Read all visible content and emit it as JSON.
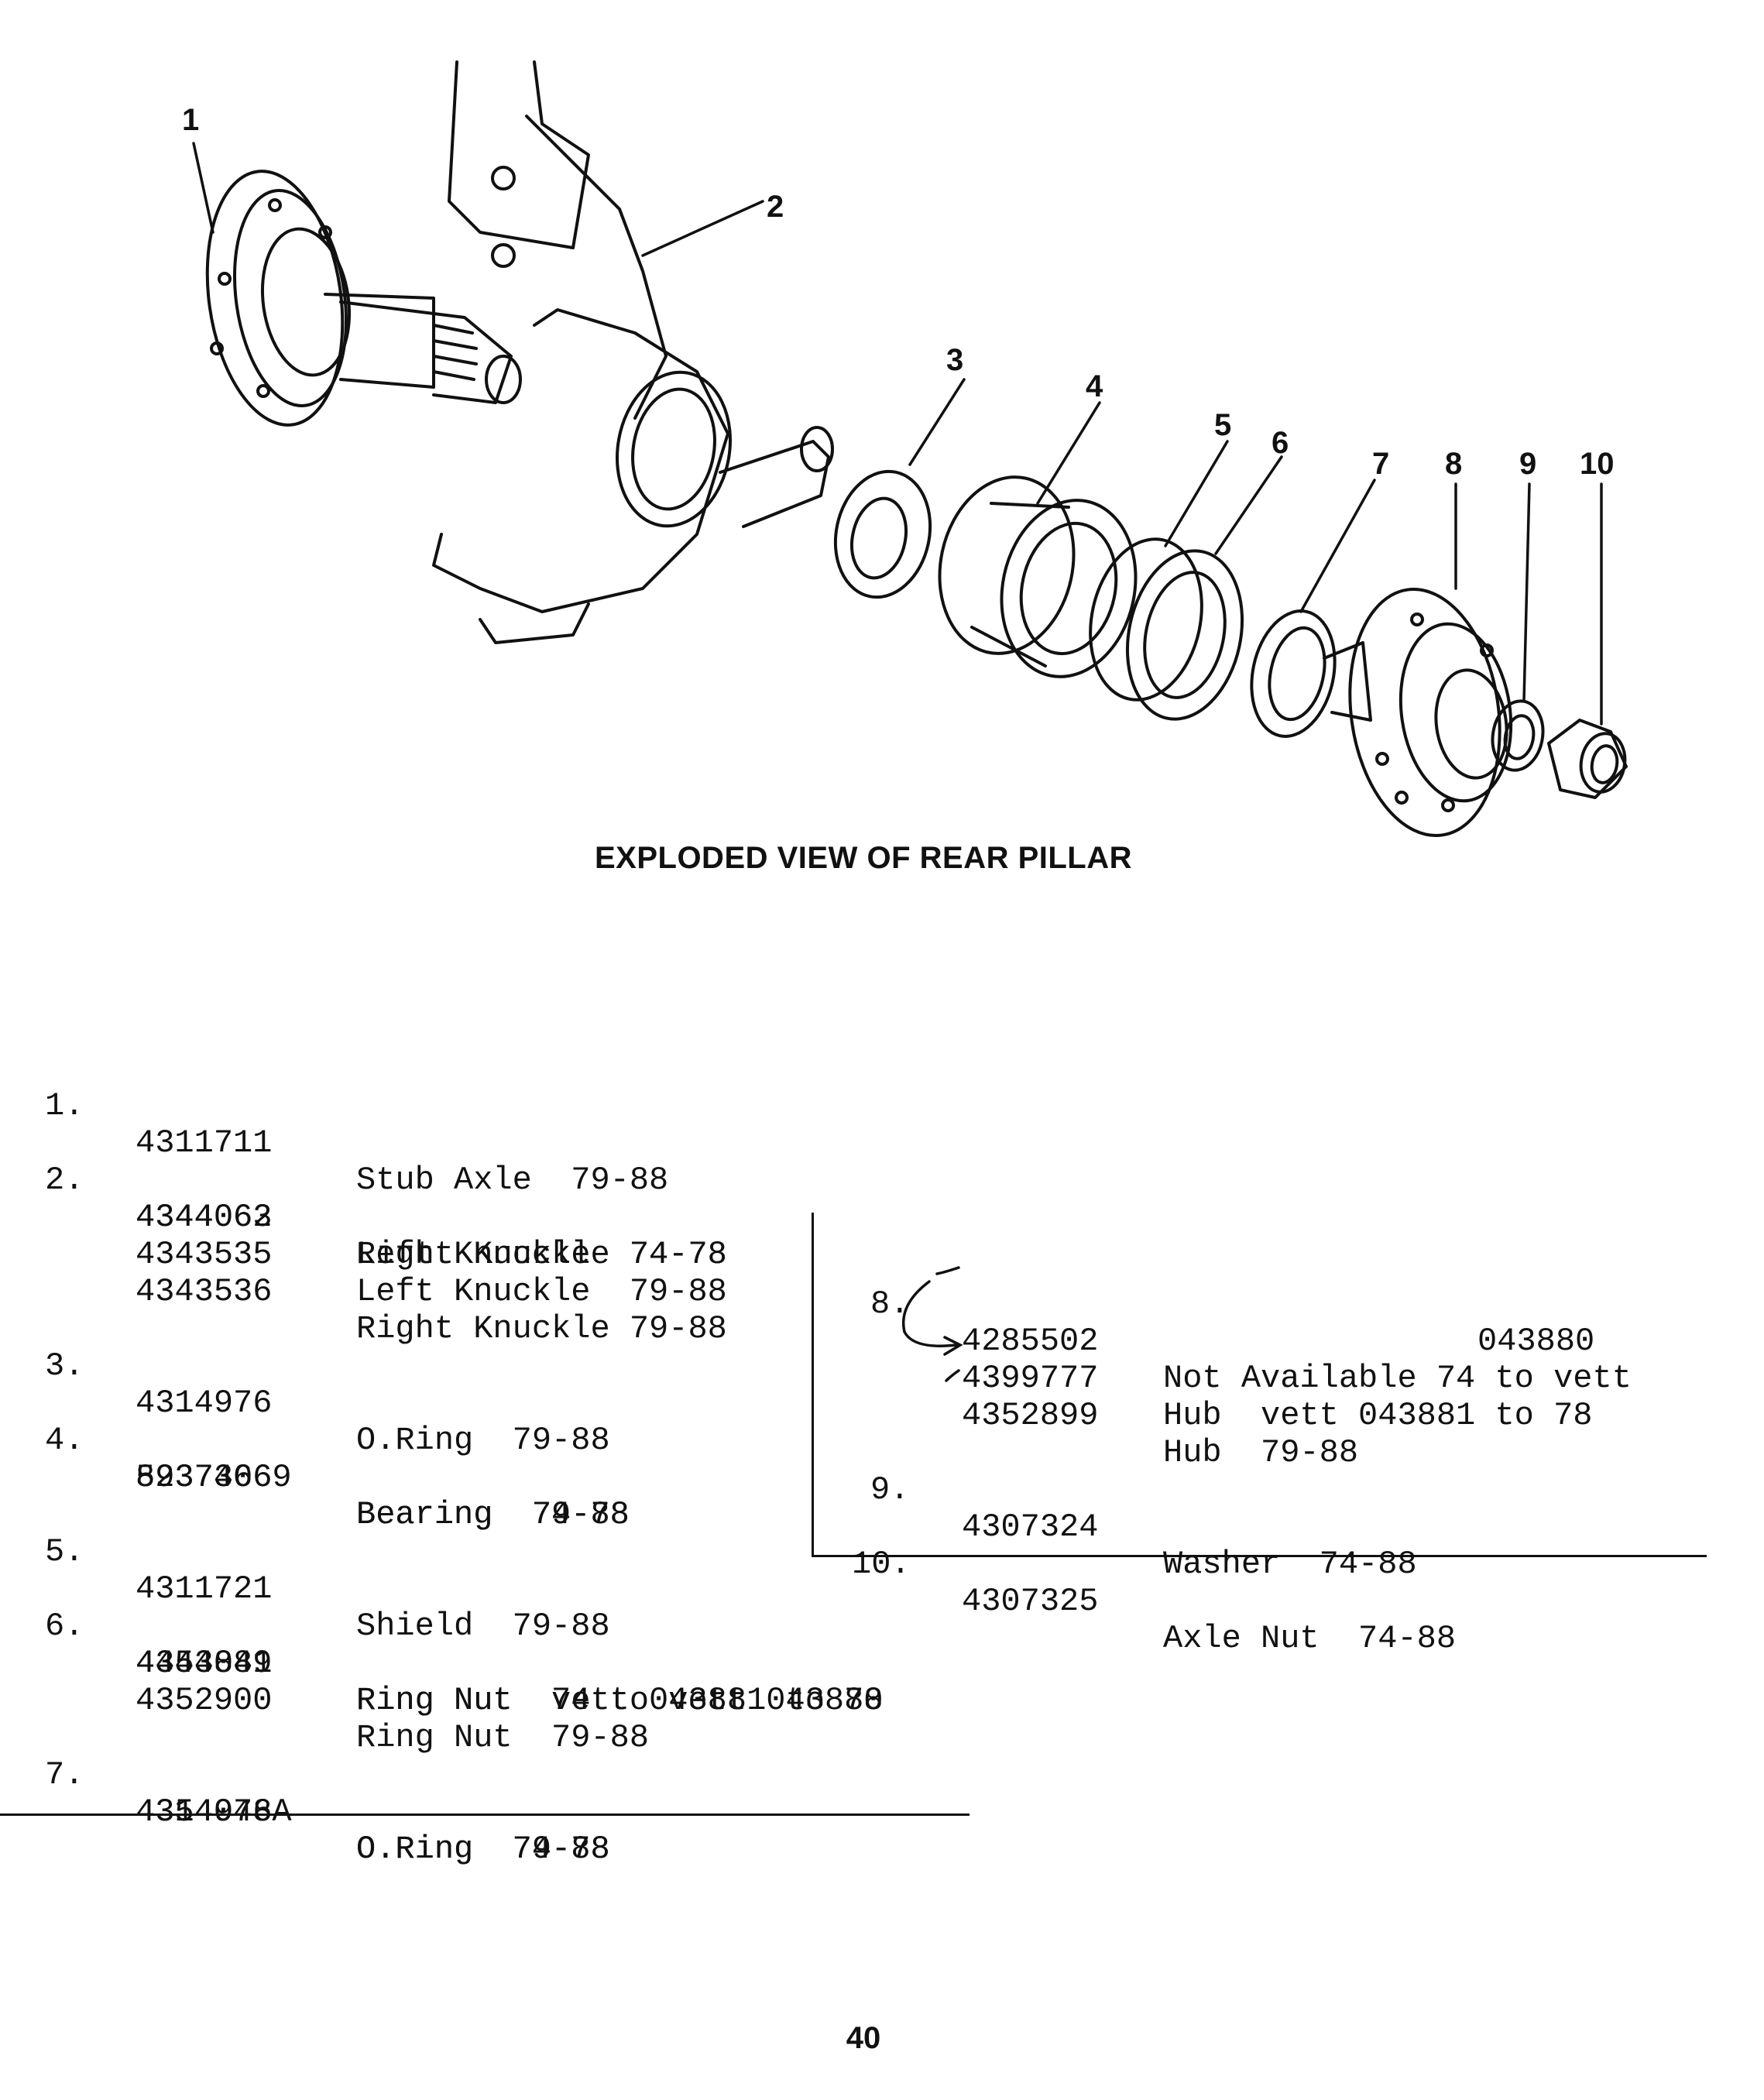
{
  "caption": "EXPLODED VIEW OF REAR PILLAR",
  "callouts": [
    "1",
    "2",
    "3",
    "4",
    "5",
    "6",
    "7",
    "8",
    "9",
    "10"
  ],
  "left_list": [
    {
      "num": "1.",
      "lines": [
        {
          "part": "4311711",
          "desc": "Stub Axle  79-88"
        }
      ]
    },
    {
      "num": "2.",
      "lines": [
        {
          "part": "4344062",
          "desc": "Left Knuckle  74-78"
        },
        {
          "part": "4344063",
          "desc": "Right Knuckle 74-78"
        },
        {
          "part": "4343535",
          "desc": "Left Knuckle  79-88"
        },
        {
          "part": "4343536",
          "desc": "Right Knuckle 79-88"
        }
      ]
    },
    {
      "num": "3.",
      "lines": [
        {
          "part": "4314976",
          "desc": "O.Ring  79-88"
        }
      ]
    },
    {
      "num": "4.",
      "lines": [
        {
          "part": "5937306",
          "desc": "Bearing  74-78"
        },
        {
          "part": "82374669",
          "desc": "Bearing  79-88"
        }
      ]
    },
    {
      "num": "5.",
      "lines": [
        {
          "part": "4311721",
          "desc": "Shield  79-88"
        }
      ]
    },
    {
      "num": "6.",
      "lines": [
        {
          "part": "4443881",
          "desc": "Ring Nut  74 to vett 043880"
        },
        {
          "part": "4354049",
          "desc": "Ring Nut  vett 043881 to 78"
        },
        {
          "part": "4352900",
          "desc": "Ring Nut  79-88"
        }
      ]
    },
    {
      "num": "7.",
      "lines": [
        {
          "part": "4354048A",
          "desc": "O.Ring  74-78"
        },
        {
          "part": "4314976",
          "desc": "O.Ring  79-88"
        }
      ]
    }
  ],
  "right_list": [
    {
      "num": "8.",
      "lines": [
        {
          "part": "4285502",
          "desc": "Not Available 74 to vett"
        },
        {
          "part": "",
          "desc": "043880"
        },
        {
          "part": "4399777",
          "desc": "Hub  vett 043881 to 78"
        },
        {
          "part": "4352899",
          "desc": "Hub  79-88"
        }
      ]
    },
    {
      "num": "9.",
      "lines": [
        {
          "part": "4307324",
          "desc": "Washer  74-88"
        }
      ]
    },
    {
      "num": "10.",
      "lines": [
        {
          "part": "4307325",
          "desc": "Axle Nut  74-88"
        }
      ]
    }
  ],
  "page_number": "40"
}
